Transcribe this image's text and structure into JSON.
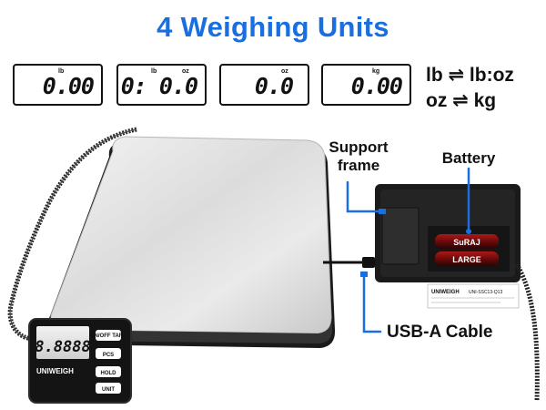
{
  "title": "4 Weighing Units",
  "displays": [
    {
      "unit": "lb",
      "value": "0.00"
    },
    {
      "unit_lb": "lb",
      "unit_oz": "oz",
      "value": "0: 0.0"
    },
    {
      "unit": "oz",
      "value": "0.0"
    },
    {
      "unit": "kg",
      "value": "0.00"
    }
  ],
  "conversions": [
    "lb ⇌ lb:oz",
    "oz ⇌ kg"
  ],
  "labels": {
    "support_frame": "Support frame",
    "battery": "Battery",
    "usb_cable": "USB-A Cable"
  },
  "colors": {
    "accent": "#1a6fe0",
    "callout": "#1a6fe0"
  },
  "remote": {
    "brand": "UNIWEIGH",
    "buttons": [
      "ON/OFF TARE",
      "PCS",
      "HOLD",
      "UNIT"
    ],
    "readout": "8.8888"
  },
  "battery_labels": [
    "SuRAJ",
    "LARGE"
  ],
  "sticker": {
    "brand": "UNIWEIGH",
    "model": "UNI-SSC13-Q13"
  },
  "icons": [
    "usb-plug-icon",
    "battery-icon",
    "lcd-display-icon"
  ]
}
